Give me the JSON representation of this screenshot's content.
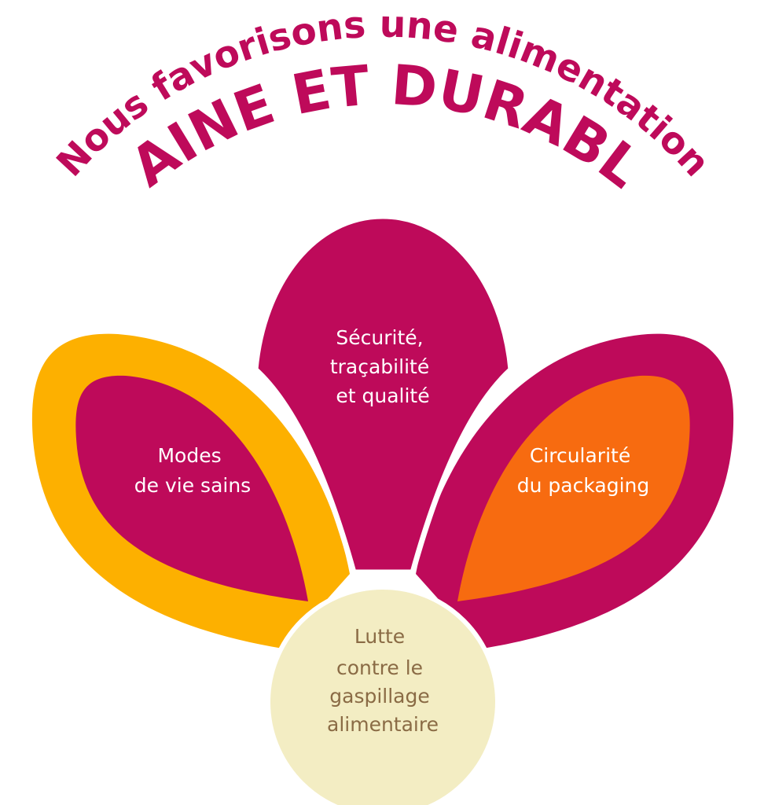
{
  "title": {
    "line1": "Nous favorisons une alimentation",
    "line2": "SAINE ET DURABLE"
  },
  "petals": {
    "left": {
      "line1": "Modes",
      "line2": "de vie sains"
    },
    "center": {
      "line1": "Sécurité,",
      "line2": "traçabilité",
      "line3": "et qualité"
    },
    "right": {
      "line1": "Circularité",
      "line2": "du packaging"
    },
    "bottom": {
      "line1": "Lutte",
      "line2": "contre le",
      "line3": "gaspillage",
      "line4": "alimentaire"
    }
  },
  "colors": {
    "magenta": "#BE0A5A",
    "yellow": "#FDB000",
    "orange": "#F76B10",
    "cream": "#F3EDC3",
    "brown": "#8A6B45"
  }
}
